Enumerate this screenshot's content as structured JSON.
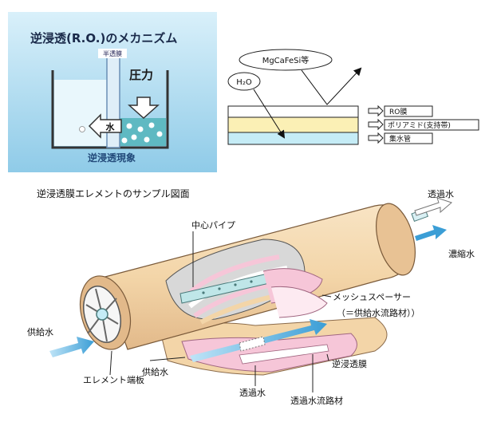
{
  "mechanism": {
    "title": "逆浸透(R.O.)のメカニズム",
    "membrane_label": "半透膜",
    "pressure_label": "圧力",
    "water_label": "水",
    "phenomenon_label": "逆浸透現象"
  },
  "layers": {
    "mgcafesi_label": "MgCaFeSi等",
    "h2o_label": "H₂O",
    "ro_label": "RO膜",
    "support_label": "ポリアミド(支持帯)",
    "collector_label": "集水管"
  },
  "element": {
    "title": "逆浸透膜エレメントのサンプル図面",
    "labels": {
      "permeate_top": "透過水",
      "center_pipe": "中心パイプ",
      "concentrate": "濃縮水",
      "mesh_spacer": "メッシュスペーサー",
      "mesh_spacer_note": "（＝供給水流路材））",
      "feed_left": "供給水",
      "end_plate": "エレメント端板",
      "feed_bottom": "供給水",
      "permeate_bottom": "透過水",
      "permeate_channel": "透過水流路材",
      "ro_membrane": "逆浸透膜"
    }
  },
  "colors": {
    "panel_bg": "#a8d8ee",
    "water": "#bfe6f5",
    "tan": "#f3d5a8",
    "pink": "#f6c6d8",
    "arrow": "#4aa8dc"
  }
}
